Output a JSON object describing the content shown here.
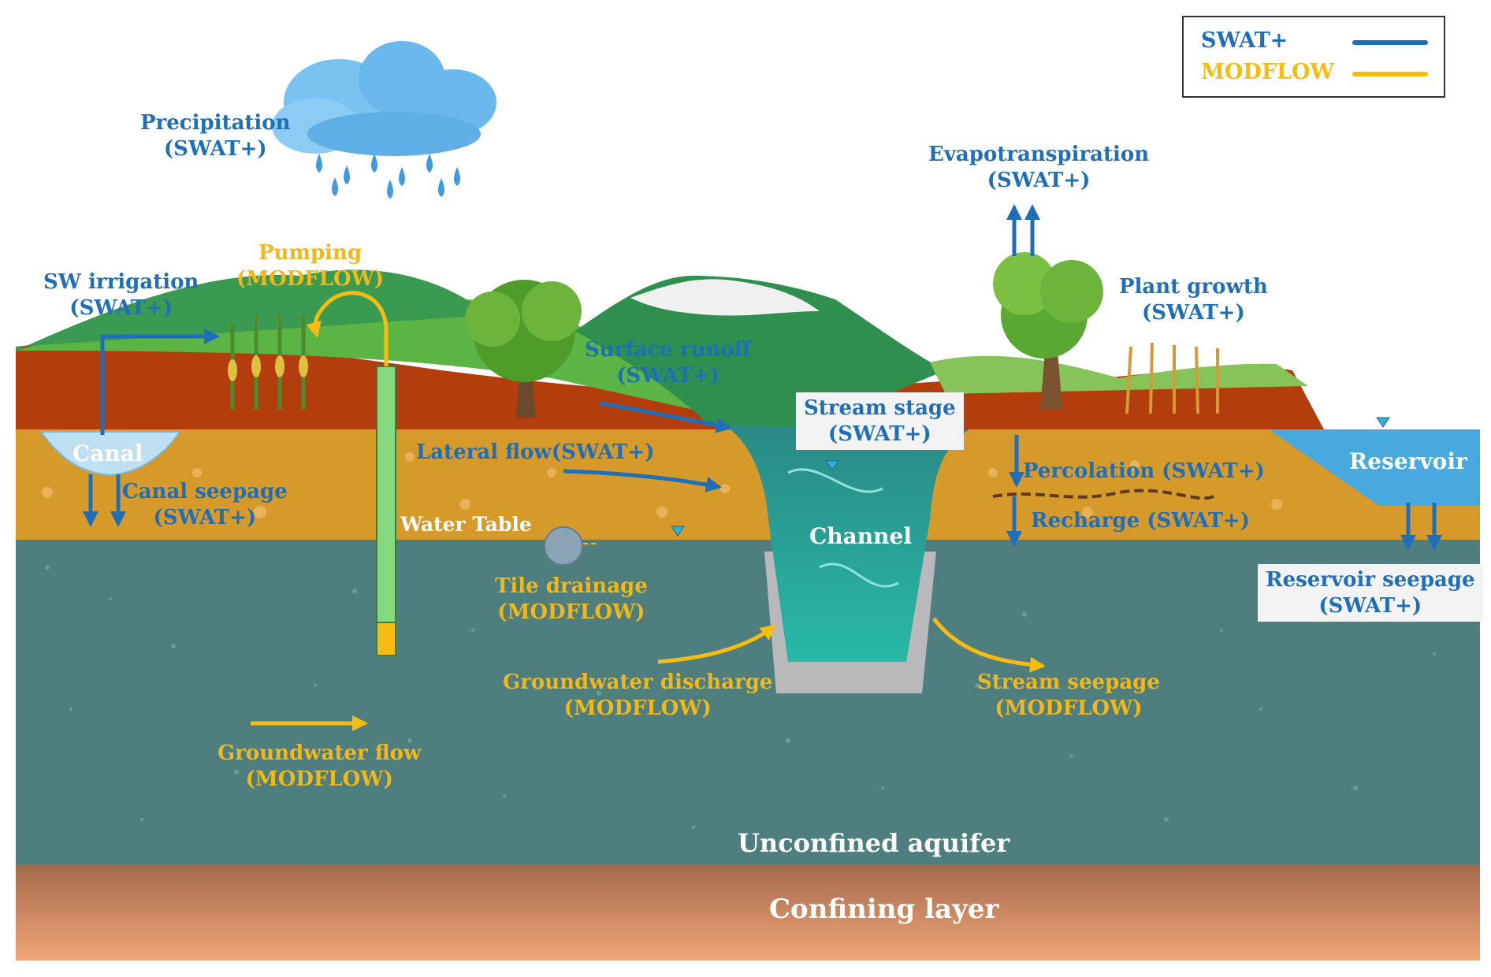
{
  "legend": {
    "swat_label": "SWAT+",
    "modflow_label": "MODFLOW",
    "swat_color": "#1f6fb8",
    "modflow_color": "#f5bd12"
  },
  "labels": {
    "precipitation": "Precipitation",
    "precipitation_model": "(SWAT+)",
    "evapotranspiration": "Evapotranspiration",
    "evapotranspiration_model": "(SWAT+)",
    "sw_irrigation": "SW irrigation",
    "sw_irrigation_model": "(SWAT+)",
    "pumping": "Pumping",
    "pumping_model": "(MODFLOW)",
    "plant_growth": "Plant growth",
    "plant_growth_model": "(SWAT+)",
    "surface_runoff": "Surface runoff",
    "surface_runoff_model": "(SWAT+)",
    "stream_stage": "Stream stage",
    "stream_stage_model": "(SWAT+)",
    "canal": "Canal",
    "canal_seepage": "Canal seepage",
    "canal_seepage_model": "(SWAT+)",
    "lateral_flow": "Lateral flow(SWAT+)",
    "water_table": "Water Table",
    "percolation": "Percolation (SWAT+)",
    "recharge": "Recharge (SWAT+)",
    "reservoir": "Reservoir",
    "channel": "Channel",
    "reservoir_seepage": "Reservoir seepage",
    "reservoir_seepage_model": "(SWAT+)",
    "tile_drainage": "Tile drainage",
    "tile_drainage_model": "(MODFLOW)",
    "groundwater_discharge": "Groundwater discharge",
    "groundwater_discharge_model": "(MODFLOW)",
    "stream_seepage": "Stream seepage",
    "stream_seepage_model": "(MODFLOW)",
    "groundwater_flow": "Groundwater flow",
    "groundwater_flow_model": "(MODFLOW)",
    "unconfined_aquifer": "Unconfined aquifer",
    "confining_layer": "Confining layer"
  }
}
